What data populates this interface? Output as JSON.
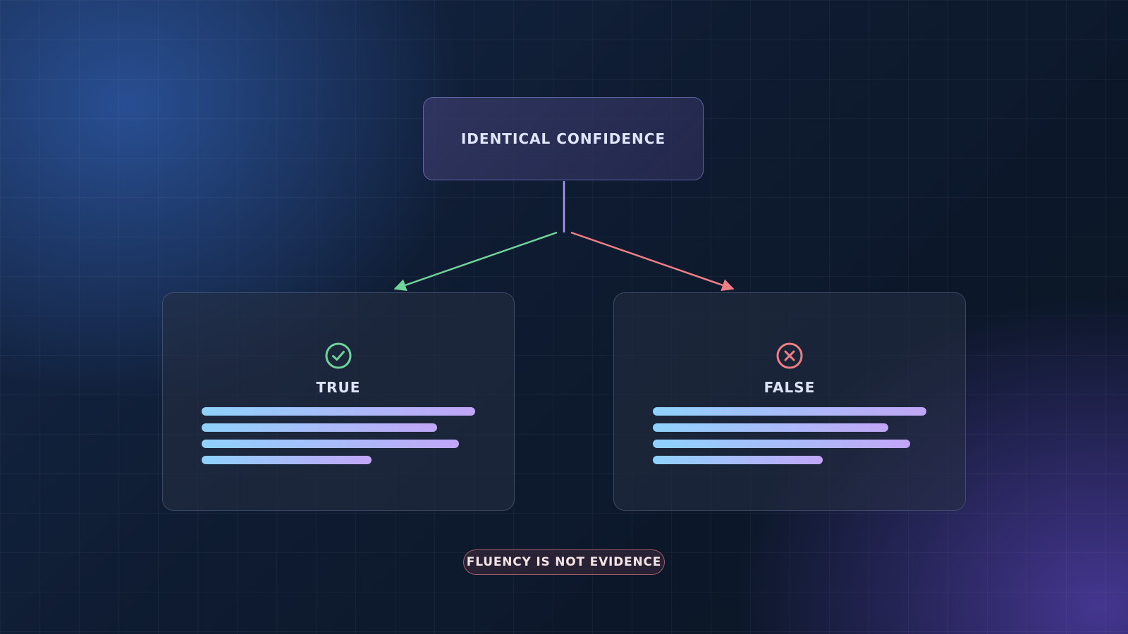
{
  "top_node": {
    "label": "IDENTICAL CONFIDENCE"
  },
  "branches": [
    {
      "label": "TRUE",
      "icon": "check-circle-icon",
      "color": "#6fd39a"
    },
    {
      "label": "FALSE",
      "icon": "x-circle-icon",
      "color": "#ef7f86"
    }
  ],
  "caption": {
    "label": "FLUENCY IS NOT EVIDENCE"
  },
  "colors": {
    "connector_stem": "#a998ee",
    "true_accent": "#6fd39a",
    "false_accent": "#ef7f86",
    "text_line_start": "#8fd2fc",
    "text_line_end": "#c2a6f7"
  }
}
